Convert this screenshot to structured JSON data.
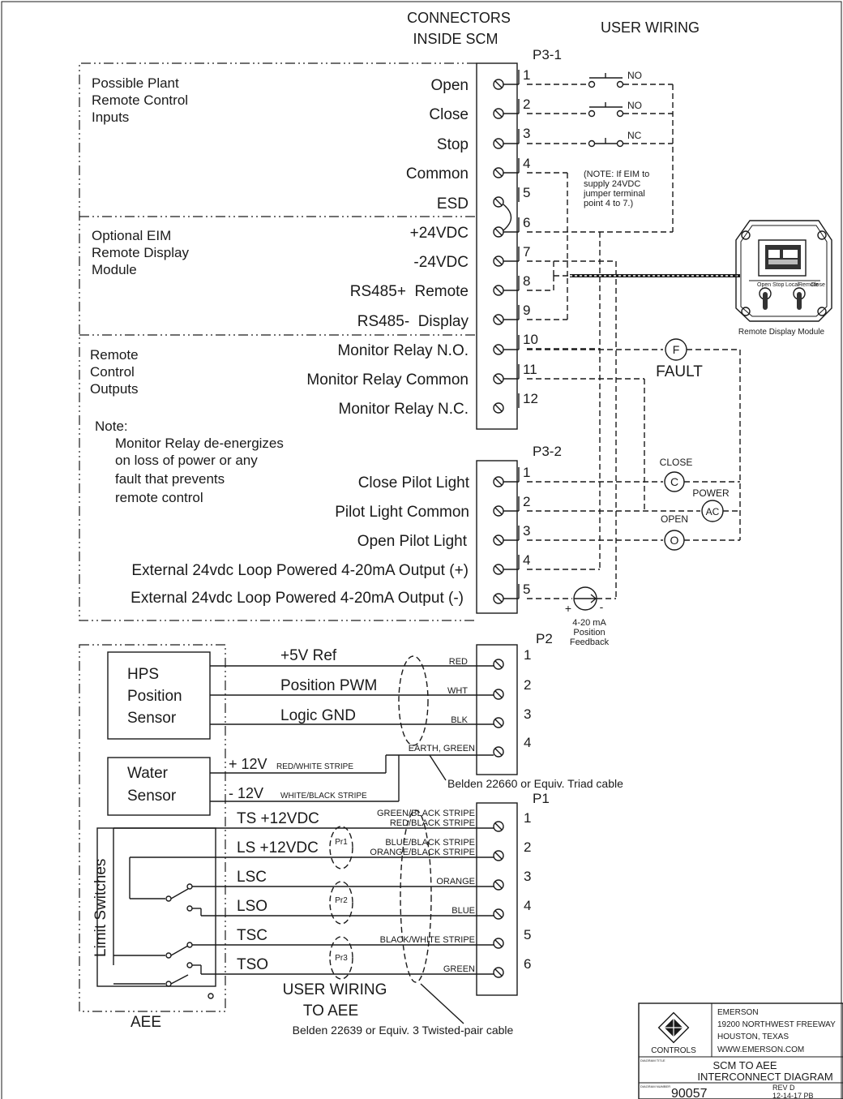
{
  "header": {
    "connectors_line1": "CONNECTORS",
    "connectors_line2": "INSIDE SCM",
    "user_wiring": "USER WIRING"
  },
  "plugs": {
    "p3_1": "P3-1",
    "p3_2": "P3-2",
    "p2": "P2",
    "p1": "P1"
  },
  "sections": {
    "plant_inputs": [
      "Possible Plant",
      "Remote Control",
      "Inputs"
    ],
    "eim": [
      "Optional EIM",
      "Remote Display",
      "Module"
    ],
    "control_outputs": [
      "Remote",
      "Control",
      "Outputs"
    ],
    "note": [
      "Note:",
      "Monitor Relay de-energizes",
      "on loss of power or any",
      "fault that prevents",
      "remote control"
    ]
  },
  "p3_1_terminals": [
    {
      "num": "1",
      "label": "Open"
    },
    {
      "num": "2",
      "label": "Close"
    },
    {
      "num": "3",
      "label": "Stop"
    },
    {
      "num": "4",
      "label": "Common"
    },
    {
      "num": "5",
      "label": "ESD"
    },
    {
      "num": "6",
      "label": "+24VDC"
    },
    {
      "num": "7",
      "label": "-24VDC"
    },
    {
      "num": "8",
      "label": "RS485+  Remote"
    },
    {
      "num": "9",
      "label": "RS485-  Display"
    },
    {
      "num": "10",
      "label": "Monitor Relay N.O."
    },
    {
      "num": "11",
      "label": "Monitor Relay Common"
    },
    {
      "num": "12",
      "label": "Monitor Relay N.C."
    }
  ],
  "p3_2_terminals": [
    {
      "num": "1",
      "label": "Close Pilot Light"
    },
    {
      "num": "2",
      "label": "Pilot Light Common"
    },
    {
      "num": "3",
      "label": "Open Pilot Light"
    },
    {
      "num": "4",
      "label": "External 24vdc Loop Powered 4-20mA Output (+)"
    },
    {
      "num": "5",
      "label": "External 24vdc Loop Powered 4-20mA Output (-)"
    }
  ],
  "switch_labels": [
    "NO",
    "NO",
    "NC"
  ],
  "eim_note": [
    "(NOTE:  If EIM to",
    "supply 24VDC",
    "jumper terminal",
    "point 4 to 7.)"
  ],
  "remote_display_label": "Remote Display Module",
  "rdm_knob_labels": [
    "Open",
    "Stop",
    "Local",
    "Remote",
    "Close"
  ],
  "fault": {
    "symbol": "F",
    "label": "FAULT"
  },
  "lights": {
    "close_title": "CLOSE",
    "close_symbol": "C",
    "power_title": "POWER",
    "power_symbol": "AC",
    "open_title": "OPEN",
    "open_symbol": "O"
  },
  "feedback": {
    "plus": "+",
    "minus": "-",
    "lines": [
      "4-20 mA",
      "Position",
      "Feedback"
    ]
  },
  "p2_terminals": [
    {
      "num": "1",
      "signal": "+5V Ref",
      "color": "RED"
    },
    {
      "num": "2",
      "signal": "Position PWM",
      "color": "WHT"
    },
    {
      "num": "3",
      "signal": "Logic GND",
      "color": "BLK"
    },
    {
      "num": "4",
      "signal": "",
      "color": "EARTH, GREEN"
    }
  ],
  "hps": [
    "HPS",
    "Position",
    "Sensor"
  ],
  "water": [
    "Water",
    "Sensor"
  ],
  "water_wires": [
    {
      "signal": "+ 12V",
      "color": "RED/WHITE STRIPE"
    },
    {
      "signal": "- 12V",
      "color": "WHITE/BLACK STRIPE"
    }
  ],
  "triad_cable": "Belden 22660 or Equiv. Triad cable",
  "p1_terminals": [
    {
      "num": "1",
      "signal": "TS +12VDC",
      "colors": [
        "GREEN/BLACK STRIPE",
        "RED/BLACK STRIPE"
      ]
    },
    {
      "num": "2",
      "signal": "LS +12VDC",
      "colors": [
        "BLUE/BLACK STRIPE",
        "ORANGE/BLACK STRIPE"
      ]
    },
    {
      "num": "3",
      "signal": "LSC",
      "colors": [
        "ORANGE"
      ]
    },
    {
      "num": "4",
      "signal": "LSO",
      "colors": [
        "BLUE"
      ]
    },
    {
      "num": "5",
      "signal": "TSC",
      "colors": [
        "BLACK/WHITE STRIPE"
      ]
    },
    {
      "num": "6",
      "signal": "TSO",
      "colors": [
        "GREEN"
      ]
    }
  ],
  "pairs": [
    "Pr1",
    "Pr2",
    "Pr3"
  ],
  "limit_switches": "Limit Switches",
  "aee": "AEE",
  "user_wiring_aee": [
    "USER WIRING",
    "TO AEE"
  ],
  "twisted_cable": "Belden 22639 or Equiv. 3 Twisted-pair cable",
  "title_block": {
    "company": "EMERSON",
    "address": "19200 NORTHWEST FREEWAY",
    "city": "HOUSTON, TEXAS",
    "web": "WWW.EMERSON.COM",
    "logo_text": "CONTROLS",
    "title_caption": "DIAGRAM TITLE",
    "title_line1": "SCM TO AEE",
    "title_line2": "INTERCONNECT DIAGRAM",
    "number_caption": "DIAGRAM NUMBER",
    "number": "90057",
    "rev": "REV D",
    "date": "12-14-17 PB"
  }
}
